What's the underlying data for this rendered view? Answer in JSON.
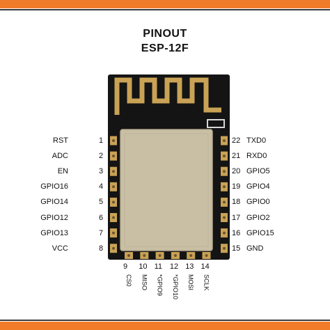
{
  "header": {
    "title_line1": "PINOUT",
    "title_line2": "ESP-12F"
  },
  "colors": {
    "accent": "#f07c2a",
    "board": "#141414",
    "shield": "#c9bfa4",
    "pad": "#c9a255"
  },
  "left_pins": [
    {
      "num": "1",
      "name": "RST"
    },
    {
      "num": "2",
      "name": "ADC"
    },
    {
      "num": "3",
      "name": "EN"
    },
    {
      "num": "4",
      "name": "GPIO16"
    },
    {
      "num": "5",
      "name": "GPIO14"
    },
    {
      "num": "6",
      "name": "GPIO12"
    },
    {
      "num": "7",
      "name": "GPIO13"
    },
    {
      "num": "8",
      "name": "VCC"
    }
  ],
  "right_pins": [
    {
      "num": "22",
      "name": "TXD0"
    },
    {
      "num": "21",
      "name": "RXD0"
    },
    {
      "num": "20",
      "name": "GPIO5"
    },
    {
      "num": "19",
      "name": "GPIO4"
    },
    {
      "num": "18",
      "name": "GPIO0"
    },
    {
      "num": "17",
      "name": "GPIO2"
    },
    {
      "num": "16",
      "name": "GPIO15"
    },
    {
      "num": "15",
      "name": "GND"
    }
  ],
  "bottom_pins": [
    {
      "num": "9",
      "name": "CS0"
    },
    {
      "num": "10",
      "name": "MISO"
    },
    {
      "num": "11",
      "name": "*GPIO9"
    },
    {
      "num": "12",
      "name": "*GPIO10"
    },
    {
      "num": "13",
      "name": "MOSI"
    },
    {
      "num": "14",
      "name": "SCLK"
    }
  ]
}
